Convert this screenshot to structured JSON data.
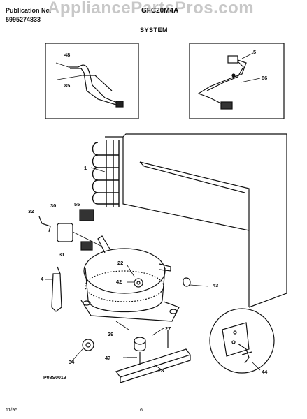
{
  "header": {
    "publication_label": "Publication No.",
    "publication_number": "5995274833",
    "model": "GFC20M4A",
    "section_title": "SYSTEM",
    "watermark": "AppliancePartsPros.com"
  },
  "callouts": {
    "c48": "48",
    "c85": "85",
    "c5": "5",
    "c86": "86",
    "c1": "1",
    "c32": "32",
    "c30": "30",
    "c55": "55",
    "c31": "31",
    "c4": "4",
    "c22": "22",
    "c42": "42",
    "c43": "43",
    "c29": "29",
    "c27": "27",
    "c34": "34",
    "c47": "47",
    "c28": "28",
    "c44": "44"
  },
  "footer": {
    "figure_code": "P08S0019",
    "date": "11/95",
    "page": "6"
  }
}
